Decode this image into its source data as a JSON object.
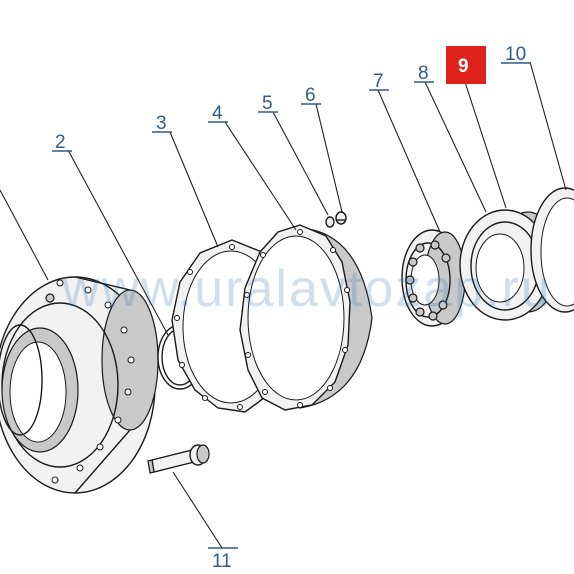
{
  "callouts": [
    {
      "id": "2",
      "label": "2"
    },
    {
      "id": "3",
      "label": "3"
    },
    {
      "id": "4",
      "label": "4"
    },
    {
      "id": "5",
      "label": "5"
    },
    {
      "id": "6",
      "label": "6"
    },
    {
      "id": "7",
      "label": "7"
    },
    {
      "id": "8",
      "label": "8"
    },
    {
      "id": "9",
      "label": "9",
      "highlighted": true
    },
    {
      "id": "10",
      "label": "10"
    },
    {
      "id": "11",
      "label": "11"
    }
  ],
  "watermark": "www.uralavtozap.ru",
  "colors": {
    "label": "#2f5d8a",
    "highlight": "#e0201b",
    "line": "#1a1a1a",
    "watermark": "#2a6fb0"
  }
}
